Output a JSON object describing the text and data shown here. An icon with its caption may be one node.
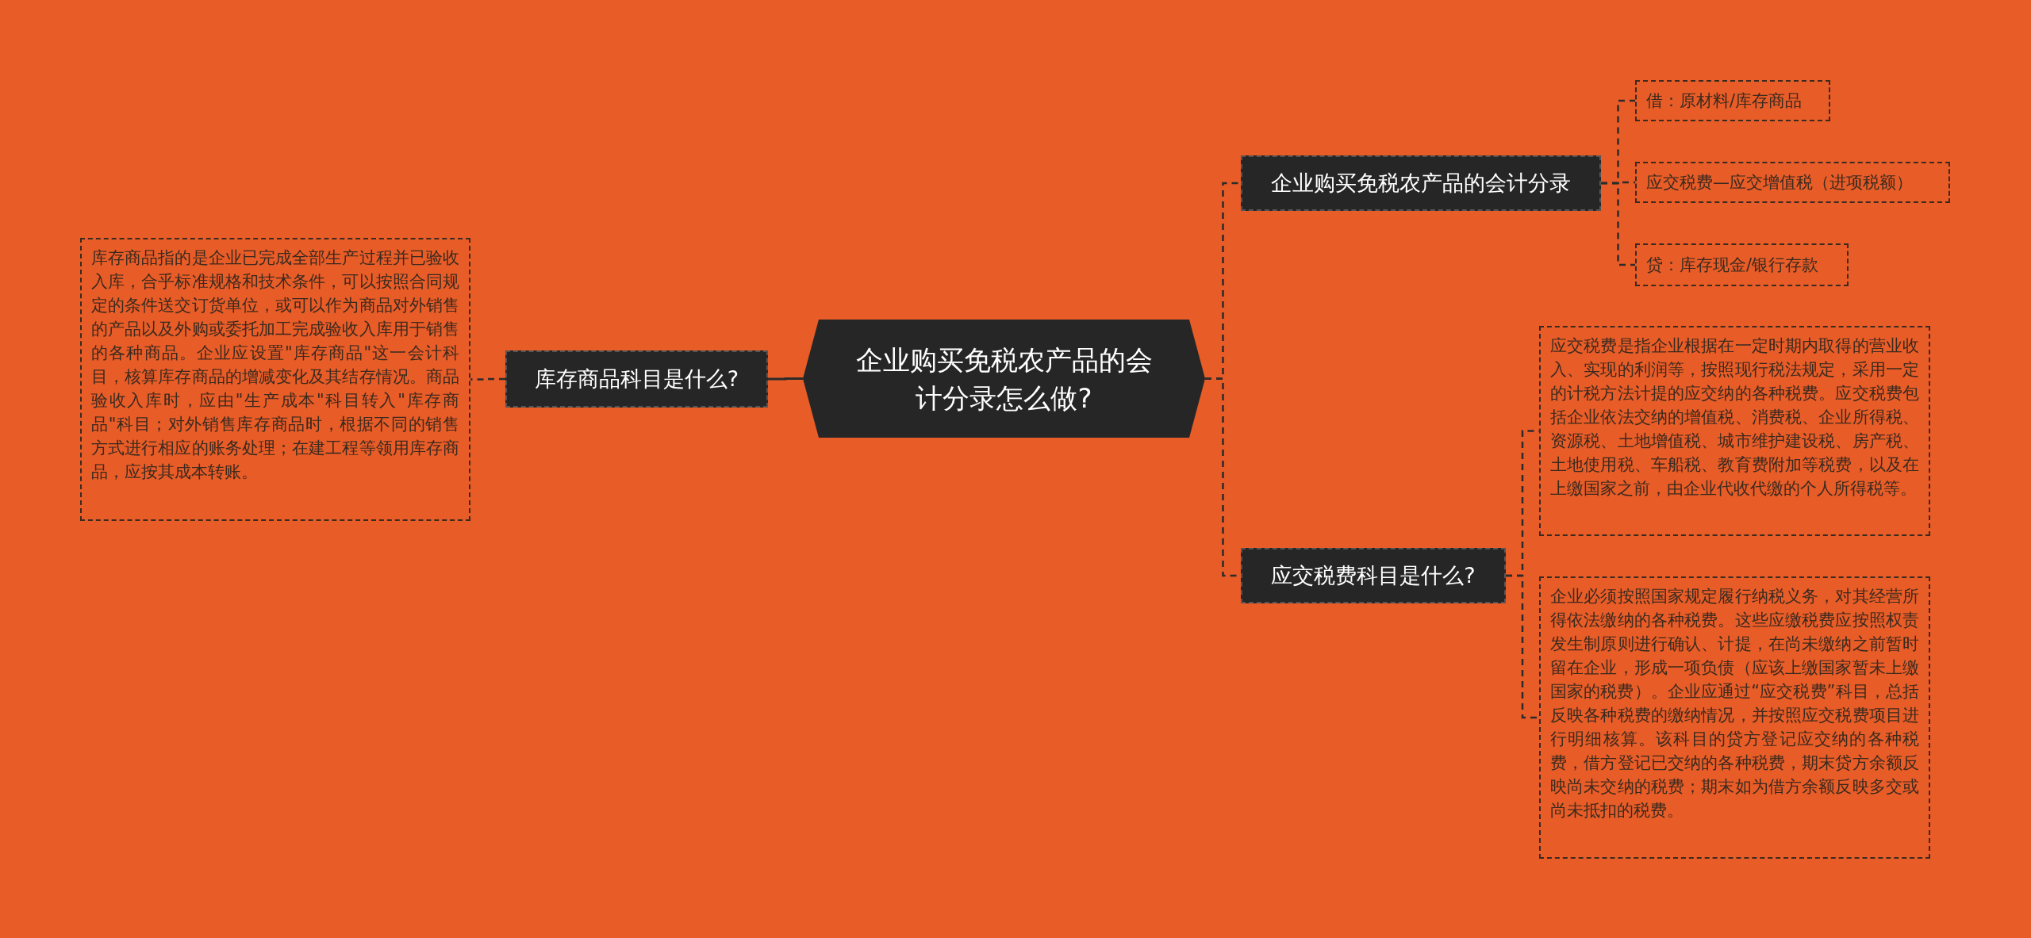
{
  "diagram": {
    "nodes": [
      {
        "text": [
          "企业购买免税农产品的会计分录怎么做?"
        ]
      },
      {
        "text": [
          "库存商品科目是什么?"
        ]
      },
      {
        "text": [
          "库存商品指的是企业已完成全部生产过程并已验收入库，合乎标准规格和技术条件，可以按照合同规定的条件送交订货单位，或可以作为商品对外销售的产品以及外购或委托加工完成验收入库用于销售的各种商品。企业应设置\"库存商品\"这一会计科目，核算库存商品的增减变化及其结存情况。商品验收入库时，应由\"生产成本\"科目转入\"库存商品\"科目；对外销售库存商品时，根据不同的销售方式进行相应的账务处理；在建工程等领用库存商品，应按其成本转账。"
        ]
      },
      {
        "text": [
          "企业购买免税农产品的会计分录"
        ]
      },
      {
        "text": [
          "借：原材料/库存商品"
        ]
      },
      {
        "text": [
          "应交税费—应交增值税（进项税额）"
        ]
      },
      {
        "text": [
          "贷：库存现金/银行存款"
        ]
      },
      {
        "text": [
          "应交税费科目是什么?"
        ]
      },
      {
        "text": [
          "应交税费是指企业根据在一定时期内取得的营业收入、实现的利润等，按照现行税法规定，采用一定的计税方法计提的应交纳的各种税费。应交税费包括企业依法交纳的增值税、消费税、企业所得税、资源税、土地增值税、城市维护建设税、房产税、土地使用税、车船税、教育费附加等税费，以及在上缴国家之前，由企业代收代缴的个人所得税等。"
        ]
      },
      {
        "text": [
          "企业必须按照国家规定履行纳税义务，对其经营所得依法缴纳的各种税费。这些应缴税费应按照权责发生制原则进行确认、计提，在尚未缴纳之前暂时留在企业，形成一项负债（应该上缴国家暂未上缴国家的税费）。企业应通过“应交税费”科目，总括反映各种税费的缴纳情况，并按照应交税费项目进行明细核算。该科目的贷方登记应交纳的各种税费，借方登记已交纳的各种税费，期末贷方余额反映尚未交纳的税费；期末如为借方余额反映多交或尚未抵扣的税费。"
        ]
      }
    ],
    "edges": [
      {
        "from": 0,
        "to": 1,
        "arrow": "none"
      },
      {
        "from": 1,
        "to": 2,
        "arrow": "none",
        "style": "dashed"
      },
      {
        "from": 0,
        "to": 3,
        "arrow": "none",
        "style": "dashed"
      },
      {
        "from": 0,
        "to": 7,
        "arrow": "none",
        "style": "dashed"
      },
      {
        "from": 3,
        "to": 4,
        "arrow": "none",
        "style": "dashed"
      },
      {
        "from": 3,
        "to": 5,
        "arrow": "none",
        "style": "dashed"
      },
      {
        "from": 3,
        "to": 6,
        "arrow": "none",
        "style": "dashed"
      },
      {
        "from": 7,
        "to": 8,
        "arrow": "none",
        "style": "dashed"
      },
      {
        "from": 7,
        "to": 9,
        "arrow": "none",
        "style": "dashed"
      }
    ]
  }
}
